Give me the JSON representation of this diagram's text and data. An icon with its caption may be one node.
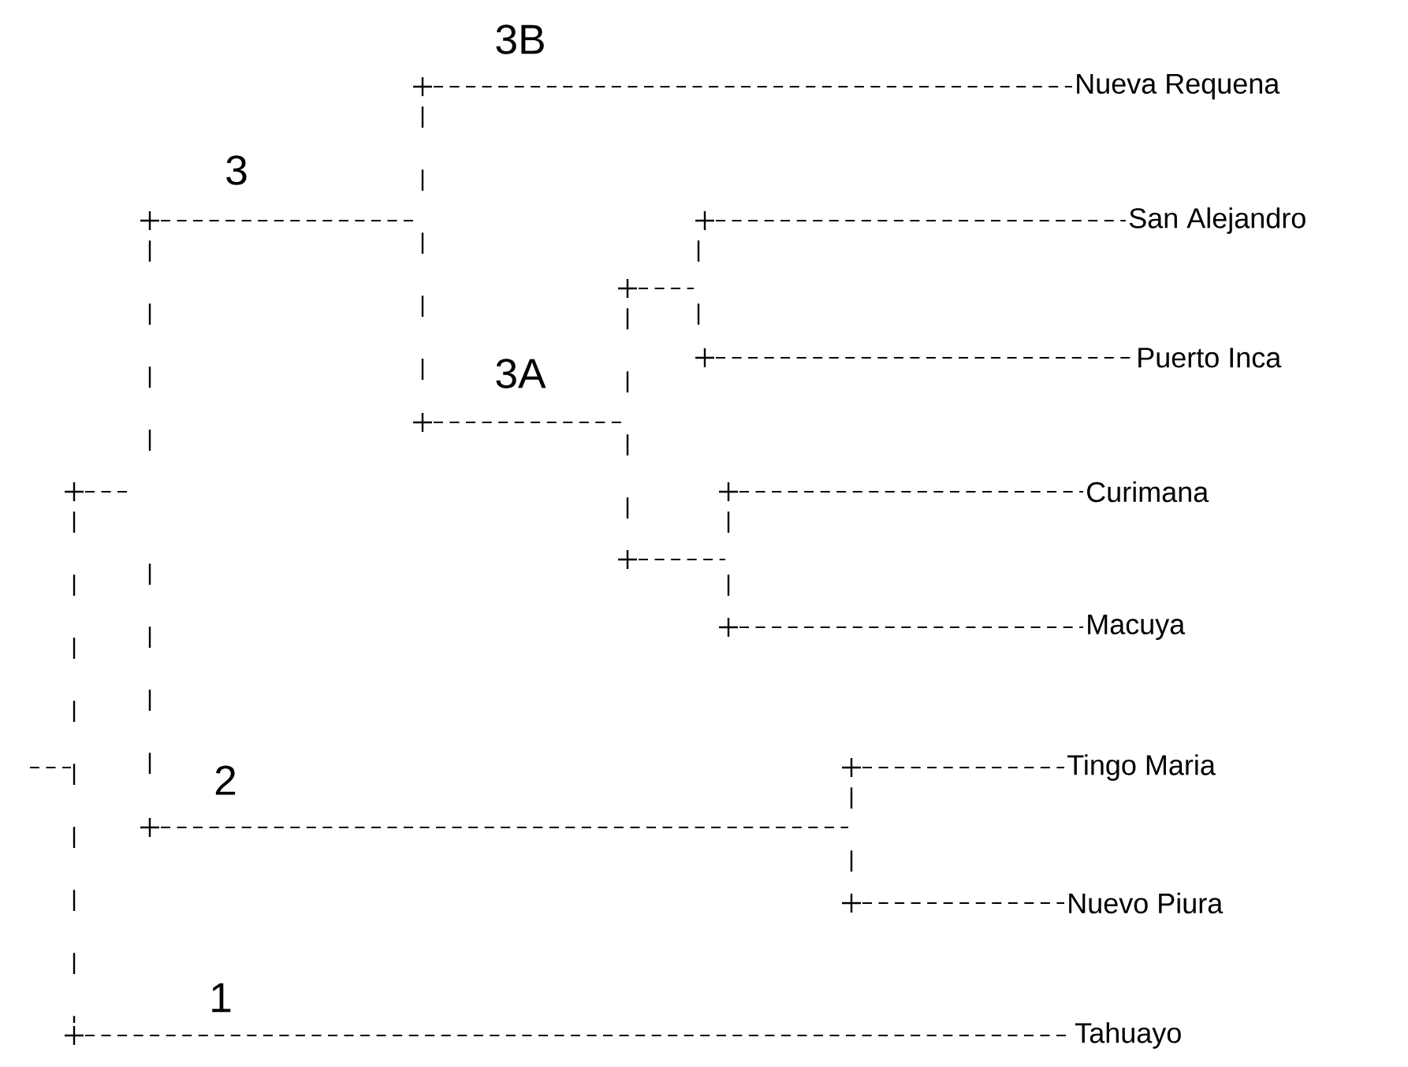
{
  "diagram": {
    "nodes": [
      {
        "text": [
          "Nueva Requena"
        ]
      },
      {
        "text": [
          "San Alejandro"
        ]
      },
      {
        "text": [
          "Puerto Inca"
        ]
      },
      {
        "text": [
          "Curimana"
        ]
      },
      {
        "text": [
          "Macuya"
        ]
      },
      {
        "text": [
          "Tingo Maria"
        ]
      },
      {
        "text": [
          "Nuevo Piura"
        ]
      },
      {
        "text": [
          "Tahuayo"
        ]
      }
    ],
    "edges": [
      {
        "from": null,
        "to": 0,
        "arrow": "none"
      },
      {
        "from": null,
        "to": 1,
        "arrow": "none"
      },
      {
        "from": null,
        "to": 2,
        "arrow": "none"
      },
      {
        "from": null,
        "to": 3,
        "arrow": "none"
      },
      {
        "from": null,
        "to": 4,
        "arrow": "none"
      },
      {
        "from": null,
        "to": 5,
        "arrow": "none"
      },
      {
        "from": null,
        "to": 6,
        "arrow": "none"
      },
      {
        "from": null,
        "to": 7,
        "arrow": "none"
      }
    ],
    "labels": [
      "3B",
      "3",
      "3A",
      "2",
      "1"
    ]
  }
}
